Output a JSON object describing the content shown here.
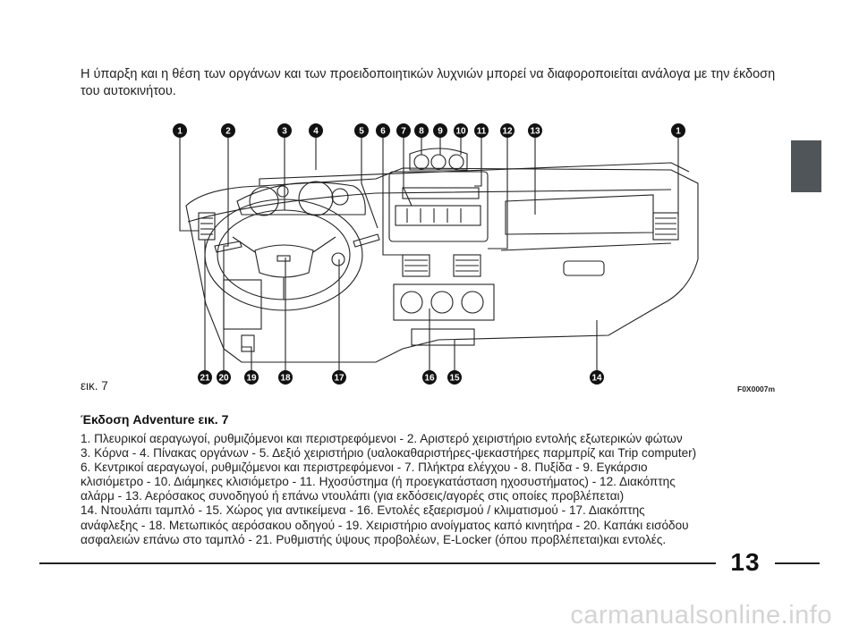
{
  "intro_text": "Η ύπαρξη και η θέση των οργάνων και των προειδοποιητικών λυχνιών μπορεί να διαφοροποιείται ανάλογα με την έκδοση του αυτοκινήτου.",
  "figure": {
    "label": "εικ. 7",
    "code": "F0X0007m",
    "callouts_top": [
      "1",
      "2",
      "3",
      "4",
      "5",
      "6",
      "7",
      "8",
      "9",
      "10",
      "11",
      "12",
      "13",
      "1"
    ],
    "callouts_bottom": [
      "21",
      "20",
      "19",
      "18",
      "17",
      "16",
      "15",
      "14"
    ]
  },
  "caption": {
    "title": "Έκδοση Adventure εικ. 7",
    "lines": [
      "1. Πλευρικοί αεραγωγοί, ρυθμιζόμενοι και περιστρεφόμενοι - 2. Αριστερό χειριστήριο εντολής εξωτερικών φώτων",
      "3. Κόρνα - 4. Πίνακας οργάνων - 5. Δεξιό χειριστήριο (υαλοκαθαριστήρες-ψεκαστήρες παρμπρίζ και Trip computer)",
      "6. Κεντρικοί αεραγωγοί, ρυθμιζόμενοι και περιστρεφόμενοι - 7. Πλήκτρα ελέγχου - 8. Πυξίδα - 9. Εγκάρσιο",
      "κλισιόμετρο - 10. Διάμηκες κλισιόμετρο - 11. Ηχοσύστημα (ή προεγκατάσταση ηχοσυστήματος) - 12. Διακόπτης",
      "αλάρμ - 13. Αερόσακος συνοδηγού ή επάνω ντουλάπι (για εκδόσεις/αγορές στις οποίες προβλέπεται)",
      "14. Ντουλάπι ταμπλό - 15. Χώρος για αντικείμενα - 16. Εντολές εξαερισμού / κλιματισμού - 17. Διακόπτης",
      "ανάφλεξης - 18. Μετωπικός αερόσακου οδηγού - 19. Χειριστήριο ανοίγματος καπό κινητήρα - 20. Καπάκι εισόδου",
      "ασφαλειών επάνω στο ταμπλό - 21. Ρυθμιστής ύψους προβολέων, E-Locker (όπου προβλέπεται)και εντολές."
    ]
  },
  "page_number": "13",
  "watermark": "carmanualsonline.info",
  "colors": {
    "side_tab": "#4f5559",
    "callout": "#111111"
  }
}
